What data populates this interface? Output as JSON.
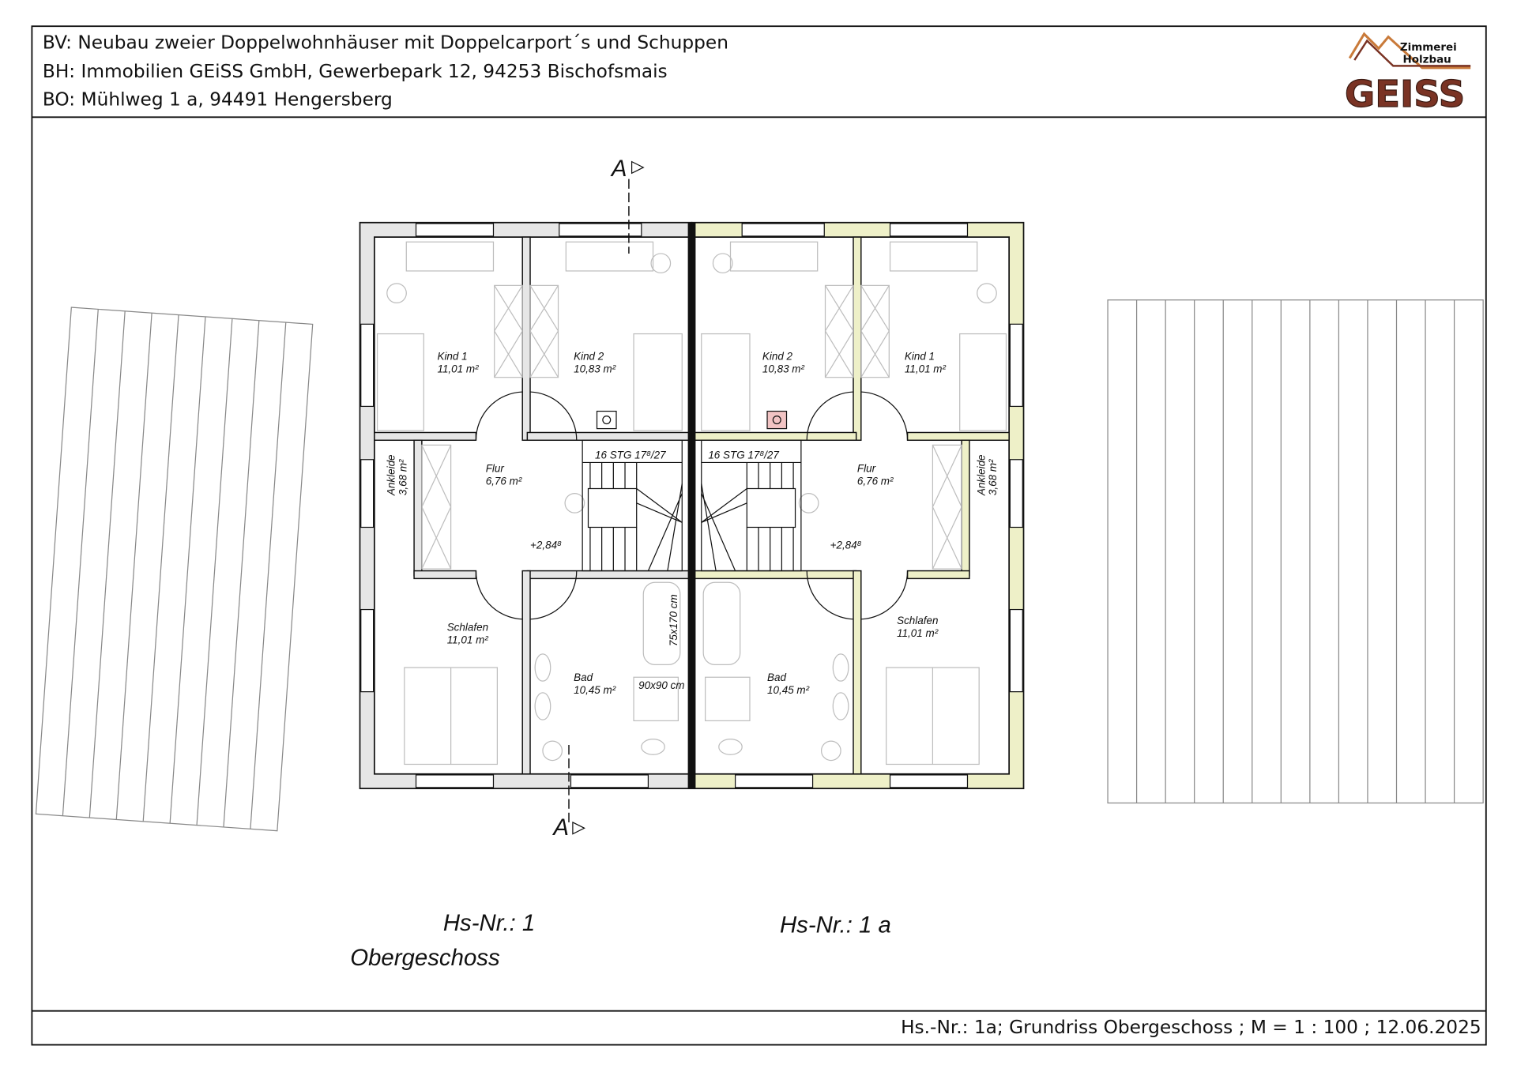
{
  "header": {
    "bv": "BV: Neubau zweier Doppelwohnhäuser mit Doppelcarport´s und Schuppen",
    "bh": "BH: Immobilien GEiSS GmbH, Gewerbepark 12, 94253 Bischofsmais",
    "bo": "BO: Mühlweg 1 a, 94491 Hengersberg"
  },
  "logo": {
    "line1": "Zimmerei",
    "line2": "Holzbau",
    "brand": "GEISS",
    "color": "#7a3324"
  },
  "section_marks": {
    "top": "A",
    "bottom": "A"
  },
  "house_left": {
    "rooms": [
      {
        "name": "Kind  1",
        "area": "11,01  m²"
      },
      {
        "name": "Kind  2",
        "area": "10,83  m²"
      },
      {
        "name": "Ankleide",
        "area": "3,68  m²"
      },
      {
        "name": "Flur",
        "area": "6,76  m²"
      },
      {
        "name": "Schlafen",
        "area": "11,01  m²"
      },
      {
        "name": "Bad",
        "area": "10,45  m²"
      }
    ],
    "stair": "16  STG  17⁸/27",
    "elevation": "+2,84⁸",
    "house_number": "Hs-Nr.:  1",
    "wall_color": "#e6e6e6"
  },
  "house_right": {
    "rooms": [
      {
        "name": "Kind  2",
        "area": "10,83  m²"
      },
      {
        "name": "Kind  1",
        "area": "11,01  m²"
      },
      {
        "name": "Ankleide",
        "area": "3,68  m²"
      },
      {
        "name": "Flur",
        "area": "6,76  m²"
      },
      {
        "name": "Schlafen",
        "area": "11,01  m²"
      },
      {
        "name": "Bad",
        "area": "10,45  m²"
      }
    ],
    "stair": "16  STG  17⁸/27",
    "elevation": "+2,84⁸",
    "house_number": "Hs-Nr.:  1  a",
    "wall_color": "#eef0c8"
  },
  "fixtures": {
    "tub": "75x170 cm",
    "shower": "90x90 cm"
  },
  "floor_title": "Obergeschoss",
  "footer": "Hs.-Nr.: 1a; Grundriss Obergeschoss ;   M  =  1 : 100 ;    12.06.2025"
}
